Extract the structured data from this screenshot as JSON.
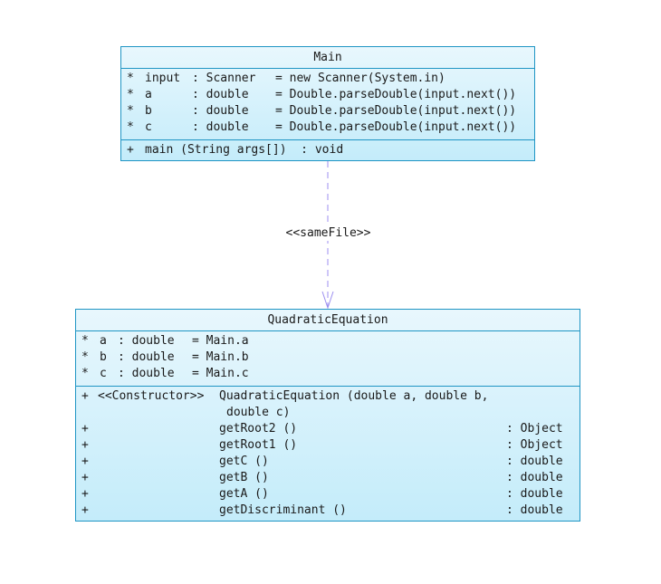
{
  "main_class": {
    "name": "Main",
    "attributes": [
      {
        "vis": "*",
        "name": "input",
        "type": ": Scanner",
        "value": "= new Scanner(System.in)"
      },
      {
        "vis": "*",
        "name": "a",
        "type": ": double",
        "value": "= Double.parseDouble(input.next())"
      },
      {
        "vis": "*",
        "name": "b",
        "type": ": double",
        "value": "= Double.parseDouble(input.next())"
      },
      {
        "vis": "*",
        "name": "c",
        "type": ": double",
        "value": "= Double.parseDouble(input.next())"
      }
    ],
    "operations": [
      {
        "vis": "+",
        "signature": "main (String args[])  : void"
      }
    ]
  },
  "relation": {
    "stereotype": "<<sameFile>>"
  },
  "qe_class": {
    "name": "QuadraticEquation",
    "attributes": [
      {
        "vis": "*",
        "name": "a",
        "type": ": double",
        "value": "= Main.a"
      },
      {
        "vis": "*",
        "name": "b",
        "type": ": double",
        "value": "= Main.b"
      },
      {
        "vis": "*",
        "name": "c",
        "type": ": double",
        "value": "= Main.c"
      }
    ],
    "constructor": {
      "vis": "+",
      "stereotype": "<<Constructor>>",
      "line1": "QuadraticEquation (double a, double b,",
      "line2": "double c)"
    },
    "operations": [
      {
        "vis": "+",
        "name": "getRoot2 ()",
        "ret": ": Object"
      },
      {
        "vis": "+",
        "name": "getRoot1 ()",
        "ret": ": Object"
      },
      {
        "vis": "+",
        "name": "getC ()",
        "ret": ": double"
      },
      {
        "vis": "+",
        "name": "getB ()",
        "ret": ": double"
      },
      {
        "vis": "+",
        "name": "getA ()",
        "ret": ": double"
      },
      {
        "vis": "+",
        "name": "getDiscriminant ()",
        "ret": ": double"
      }
    ]
  },
  "colors": {
    "border": "#1f95c4",
    "fill_top": "#e8f7fd",
    "fill_bottom": "#c4ecfa",
    "dependency_line": "#9c8ff0"
  }
}
